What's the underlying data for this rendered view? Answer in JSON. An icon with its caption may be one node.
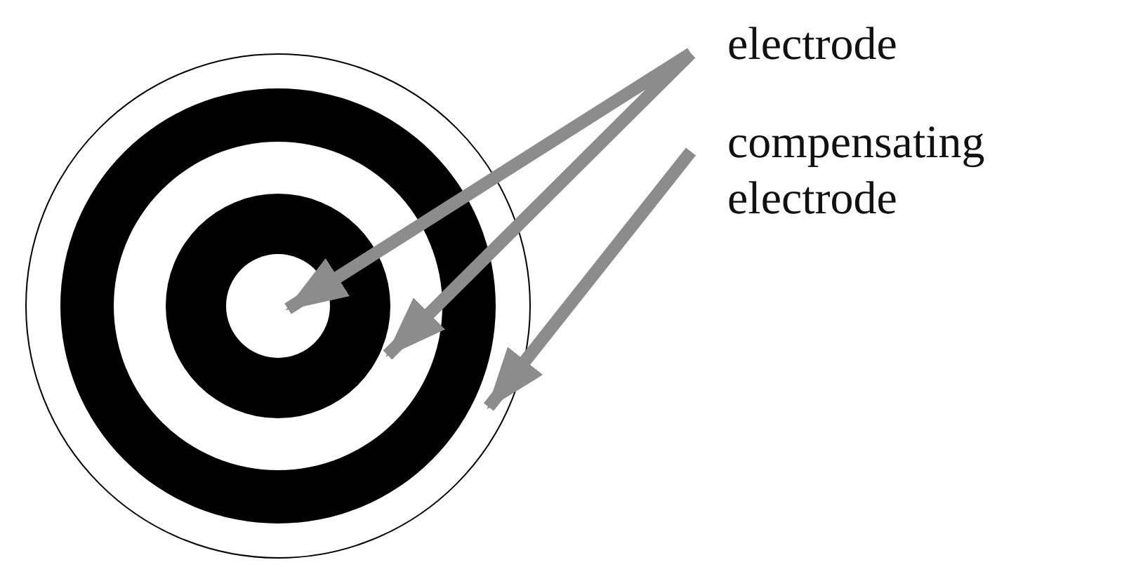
{
  "diagram": {
    "nodes": [
      {
        "text": [
          "electrode"
        ]
      },
      {
        "text": [
          "compensating electrode"
        ]
      },
      {
        "text": [],
        "shape": "circle",
        "in": 3
      },
      {
        "text": [],
        "shape": "circle",
        "in": 4
      },
      {
        "text": [],
        "shape": "circle"
      }
    ],
    "edges": [
      {
        "from": 0,
        "to": 2,
        "arrow": "to"
      },
      {
        "from": 0,
        "to": 3,
        "arrow": "to"
      },
      {
        "from": 1,
        "to": 4,
        "arrow": "to"
      }
    ]
  }
}
